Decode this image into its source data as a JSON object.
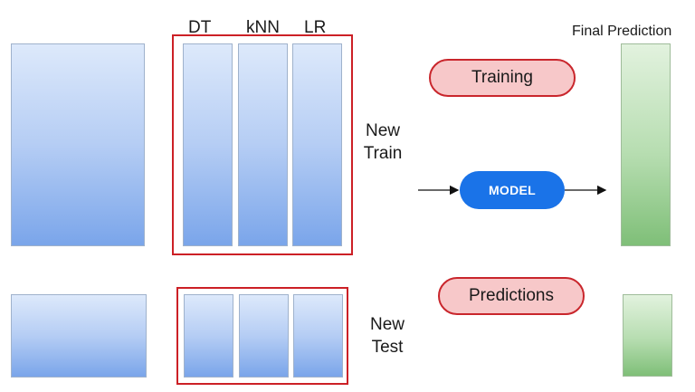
{
  "columns": {
    "dt": "DT",
    "knn": "kNN",
    "lr": "LR"
  },
  "labels": {
    "new_train": [
      "New",
      "Train"
    ],
    "new_test": [
      "New",
      "Test"
    ],
    "final_prediction": "Final Prediction"
  },
  "pills": {
    "training": "Training",
    "model": "MODEL",
    "predictions": "Predictions"
  },
  "colors": {
    "frame_red": "#cc2026",
    "model_blue": "#1a73e8",
    "pill_fill": "#f7c8c9"
  }
}
